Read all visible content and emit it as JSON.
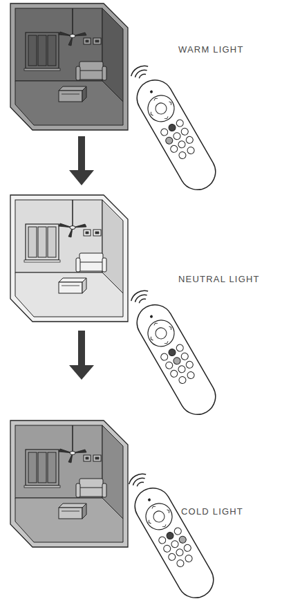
{
  "diagram": {
    "labels": [
      "WARM LIGHT",
      "NEUTRAL LIGHT",
      "COLD LIGHT"
    ]
  }
}
